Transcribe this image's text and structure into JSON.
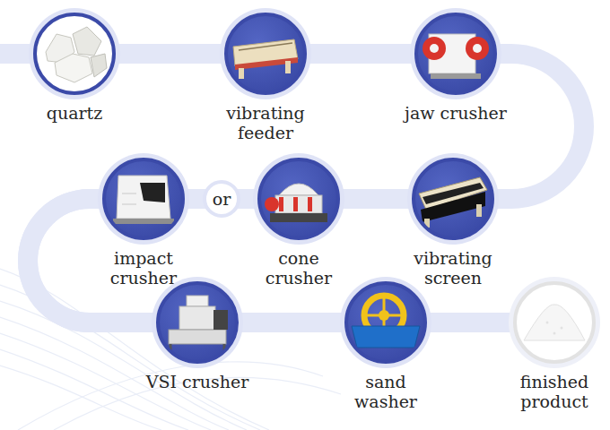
{
  "diagram": {
    "nodes": [
      {
        "text": [
          "quartz"
        ]
      },
      {
        "text": [
          "vibrating feeder"
        ]
      },
      {
        "text": [
          "jaw crusher"
        ]
      },
      {
        "text": [
          "vibrating screen"
        ]
      },
      {
        "text": [
          "cone crusher"
        ]
      },
      {
        "text": [
          "impact crusher"
        ]
      },
      {
        "text": [
          "VSI crusher"
        ]
      },
      {
        "text": [
          "sand washer"
        ]
      },
      {
        "text": [
          "finished product"
        ]
      }
    ],
    "edges": [
      {
        "from": 0,
        "to": 1,
        "arrow": "none"
      },
      {
        "from": 1,
        "to": 2,
        "arrow": "none"
      },
      {
        "from": 2,
        "to": 3,
        "arrow": "none"
      },
      {
        "from": 3,
        "to": 4,
        "arrow": "none"
      },
      {
        "from": 3,
        "to": 5,
        "arrow": "none"
      },
      {
        "from": 4,
        "to": 6,
        "arrow": "none"
      },
      {
        "from": 5,
        "to": 6,
        "arrow": "none"
      },
      {
        "from": 6,
        "to": 7,
        "arrow": "none"
      },
      {
        "from": 7,
        "to": 8,
        "arrow": "none"
      }
    ],
    "labels": [
      "or"
    ]
  }
}
